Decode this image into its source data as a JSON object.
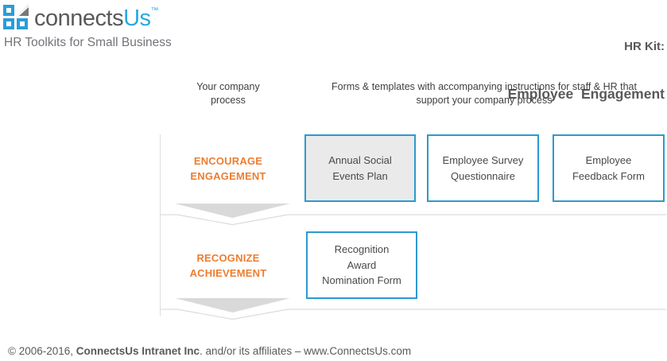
{
  "colors": {
    "logo_blue": "#29A8E0",
    "box_border_blue": "#2C99D0",
    "accent_orange": "#ED7D31",
    "highlight_box_fill": "#EAEAEA",
    "line_gray": "#DCDCDC",
    "chevron_fill": "#D9D9D9"
  },
  "header": {
    "logo": {
      "brand_gray": "connects",
      "brand_blue": "Us",
      "trademark": "™",
      "tagline": "HR Toolkits for Small Business"
    },
    "kit_label": "HR Kit:",
    "kit_name": "Employee  Engagement"
  },
  "column_headers": {
    "process": {
      "label": "Your company process",
      "lines": [
        "Your company",
        "process"
      ]
    },
    "forms": {
      "label": "Forms & templates with accompanying instructions for staff & HR that support your company process",
      "lines": [
        "Forms & templates with accompanying instructions for staff & HR that",
        "support your company process"
      ]
    }
  },
  "process_rows": [
    {
      "label": "ENCOURAGE ENGAGEMENT",
      "label_lines": [
        "ENCOURAGE",
        "ENGAGEMENT"
      ],
      "forms": [
        {
          "label": "Annual Social Events Plan",
          "lines": [
            "Annual Social",
            "Events Plan"
          ],
          "highlighted": true
        },
        {
          "label": "Employee Survey Questionnaire",
          "lines": [
            "Employee Survey",
            "Questionnaire"
          ],
          "highlighted": false
        },
        {
          "label": "Employee Feedback Form",
          "lines": [
            "Employee",
            "Feedback Form"
          ],
          "highlighted": false
        }
      ]
    },
    {
      "label": "RECOGNIZE ACHIEVEMENT",
      "label_lines": [
        "RECOGNIZE",
        "ACHIEVEMENT"
      ],
      "forms": [
        {
          "label": "Recognition Award Nomination Form",
          "lines": [
            "Recognition",
            "Award",
            "Nomination Form"
          ],
          "highlighted": false
        }
      ]
    }
  ],
  "footer": {
    "copyright_prefix": "© 2006-2016, ",
    "company_bold": "ConnectsUs Intranet Inc",
    "copyright_suffix": ". and/or its affiliates – www.ConnectsUs.com"
  }
}
